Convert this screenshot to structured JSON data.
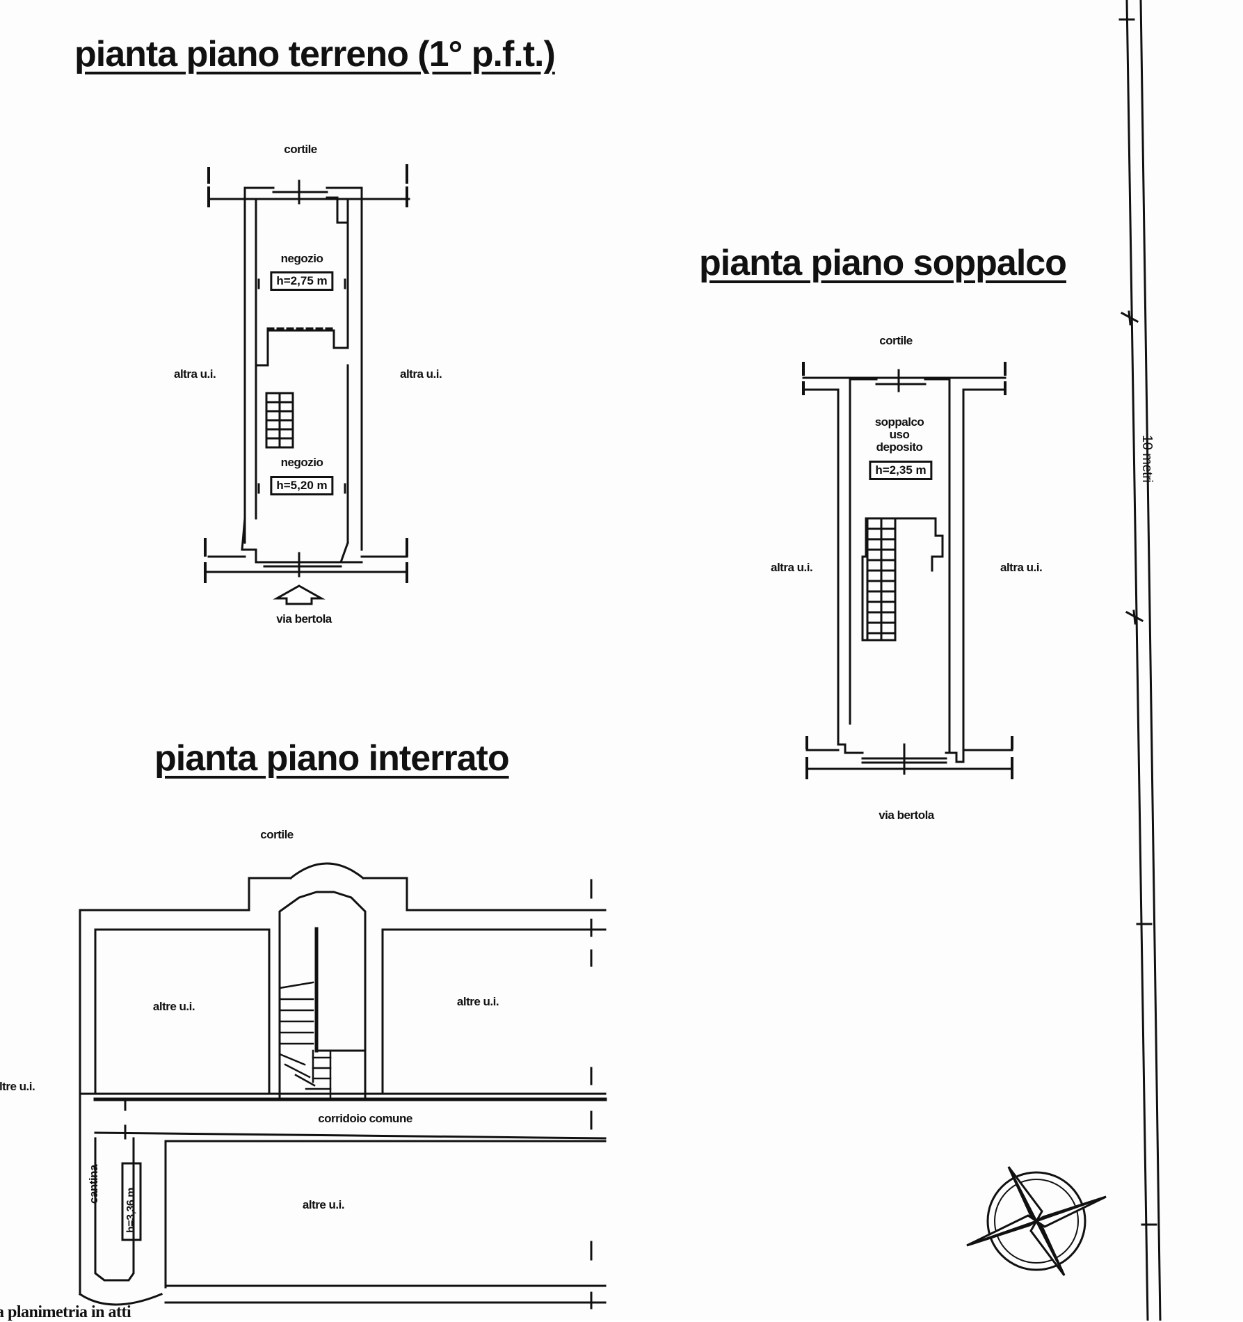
{
  "titles": {
    "ground": "pianta piano terreno (1° p.f.t.)",
    "mezzanine": "pianta piano soppalco",
    "basement": "pianta piano interrato"
  },
  "ground_floor": {
    "top_label": "cortile",
    "left_label": "altra u.i.",
    "right_label": "altra u.i.",
    "room1_name": "negozio",
    "room1_height": "h=2,75 m",
    "room2_name": "negozio",
    "room2_height": "h=5,20 m",
    "bottom_label": "via bertola"
  },
  "mezzanine": {
    "top_label": "cortile",
    "left_label": "altra u.i.",
    "right_label": "altra u.i.",
    "room_line1": "soppalco",
    "room_line2": "uso",
    "room_line3": "deposito",
    "room_height": "h=2,35 m",
    "bottom_label": "via bertola"
  },
  "basement": {
    "top_label": "cortile",
    "left_outside": "altre u.i.",
    "room_left": "altre u.i.",
    "room_right": "altre u.i.",
    "corridor": "corridoio comune",
    "room_bottom": "altre u.i.",
    "cellar": "cantina",
    "cellar_height": "h=3,36 m"
  },
  "scale_bar": {
    "label": "10 metri"
  },
  "footer": {
    "partial_text": "a planimetria in atti"
  },
  "colors": {
    "ink": "#111111",
    "paper": "#fdfdfd"
  },
  "icons": {
    "compass": "compass-rose-icon",
    "entrance": "entrance-arrow-icon"
  }
}
